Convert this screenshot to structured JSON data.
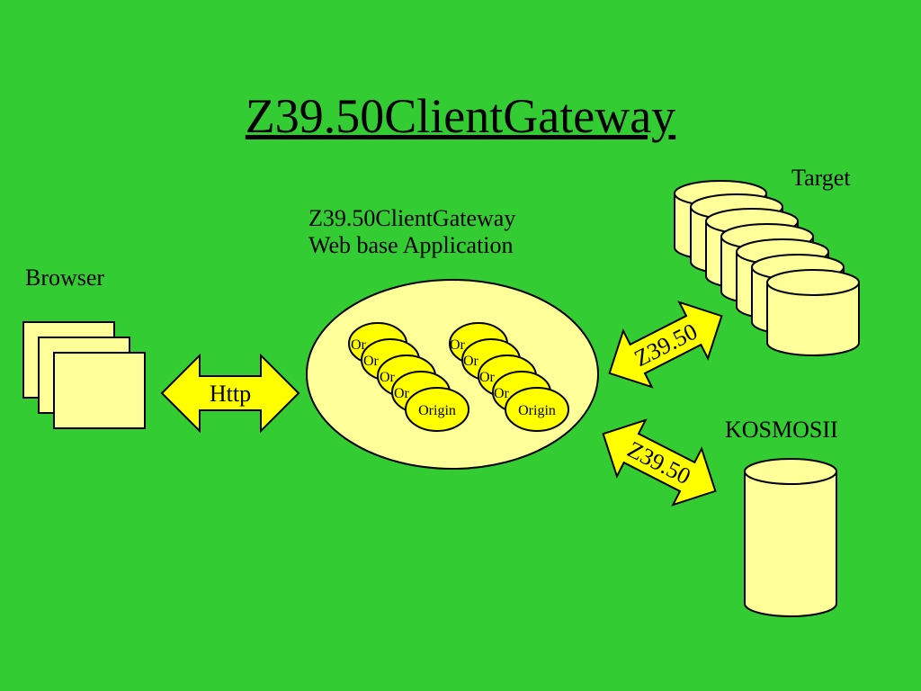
{
  "title": "Z39.50ClientGateway",
  "labels": {
    "browser": "Browser",
    "target": "Target",
    "kosmos": "KOSMOSII",
    "app_line1": "Z39.50ClientGateway",
    "app_line2": "Web base Application"
  },
  "arrows": {
    "http": "Http",
    "z3950_target": "Z39.50",
    "z3950_kosmos": "Z39.50"
  },
  "origins": {
    "visible_label": "Origin",
    "partial_labels": [
      "Or",
      "Or",
      "Or",
      "Or"
    ]
  },
  "colors": {
    "background": "#33cc33",
    "shape_fill": "#ffff99",
    "arrow_fill": "#ffff00",
    "origin_fill": "#ffff00",
    "stroke": "#000000"
  }
}
